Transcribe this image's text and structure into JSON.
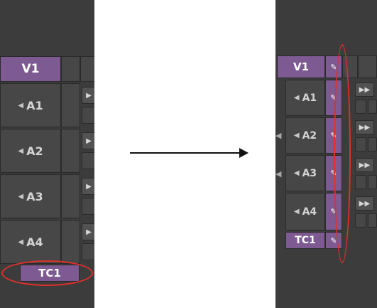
{
  "left_panel": {
    "tracks": [
      {
        "label": "V1",
        "speaker": ""
      },
      {
        "label": "A1",
        "speaker": "◀"
      },
      {
        "label": "A2",
        "speaker": "◀"
      },
      {
        "label": "A3",
        "speaker": "◀"
      },
      {
        "label": "A4",
        "speaker": "◀"
      },
      {
        "label": "TC1",
        "speaker": ""
      }
    ],
    "arrow_glyph": "▶"
  },
  "right_panel": {
    "tracks": [
      {
        "label": "V1",
        "speaker": ""
      },
      {
        "label": "A1",
        "speaker": "◀"
      },
      {
        "label": "A2",
        "speaker": "◀"
      },
      {
        "label": "A3",
        "speaker": "◀"
      },
      {
        "label": "A4",
        "speaker": "◀"
      },
      {
        "label": "TC1",
        "speaker": ""
      }
    ],
    "pencil_glyph": "✎",
    "arrow_glyph": "▶▶"
  },
  "colors": {
    "selected": "#7d5a91",
    "panel": "#3c3c3c",
    "annotation": "#e0302a"
  }
}
